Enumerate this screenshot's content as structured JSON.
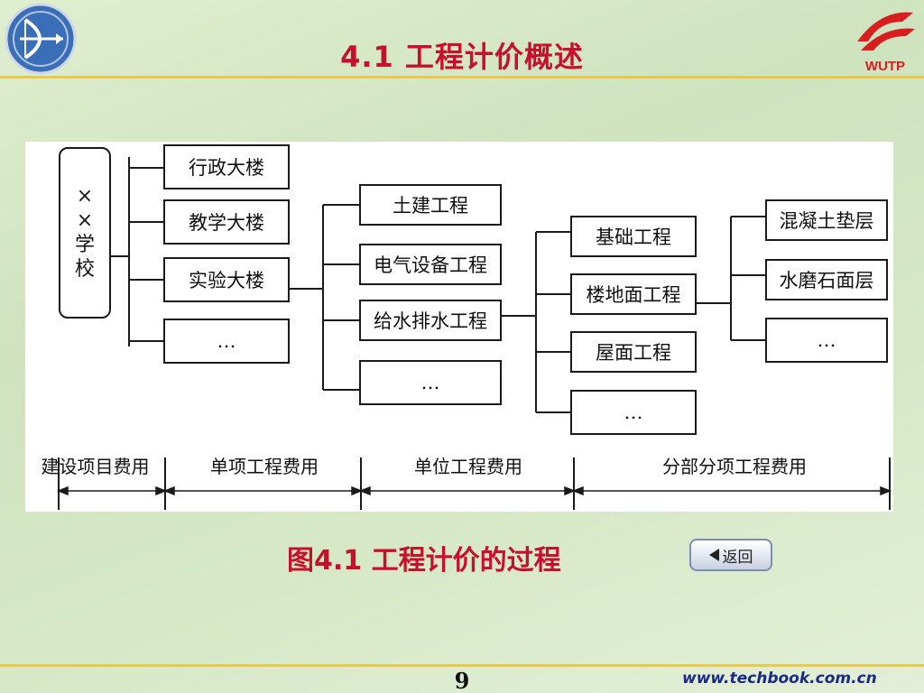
{
  "title": "4.1  工程计价概述",
  "diagram": {
    "root": [
      "×",
      "×",
      "学",
      "校"
    ],
    "buildings": [
      "行政大楼",
      "教学大楼",
      "实验大楼",
      "…"
    ],
    "unit_projects": [
      "土建工程",
      "电气设备工程",
      "给水排水工程",
      "…"
    ],
    "divisions": [
      "基础工程",
      "楼地面工程",
      "屋面工程",
      "…"
    ],
    "items": [
      "混凝土垫层",
      "水磨石面层",
      "…"
    ],
    "cost_levels": [
      "建设项目费用",
      "单项工程费用",
      "单位工程费用",
      "分部分项工程费用"
    ]
  },
  "caption": "图4.1  工程计价的过程",
  "back_button": "返回",
  "page_number": "9",
  "url": "www.techbook.com.cn",
  "logo_right_text": "WUTP",
  "colors": {
    "title": "#c8102e",
    "gold_line": "#e8c94a",
    "url": "#1a2a8a"
  }
}
